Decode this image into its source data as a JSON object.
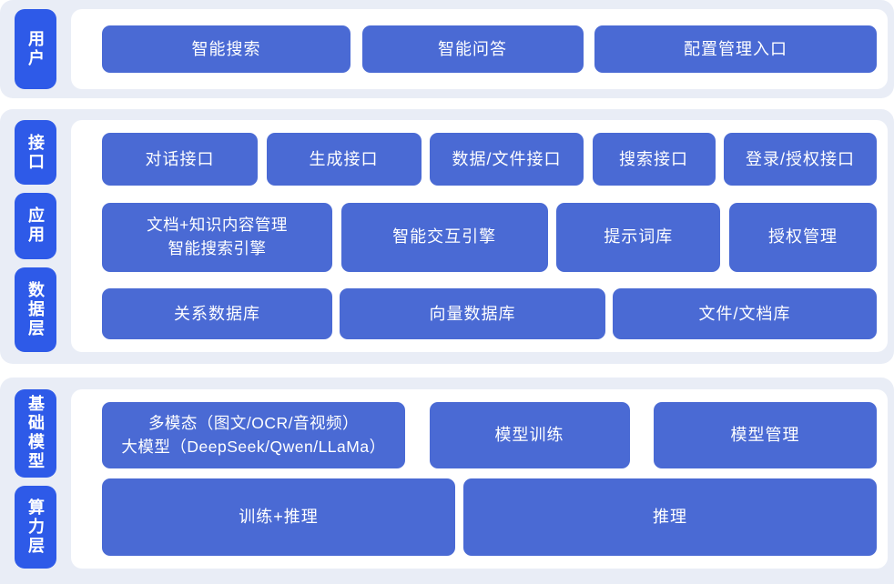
{
  "colors": {
    "panel_bg": "#e9edf6",
    "card_bg": "#ffffff",
    "label_bg": "#2e5ae8",
    "node_bg": "#4a6ad4",
    "text": "#ffffff"
  },
  "layers": {
    "user": {
      "label": "用户",
      "nodes": [
        "智能搜索",
        "智能问答",
        "配置管理入口"
      ]
    },
    "middle": {
      "labels": [
        "接口",
        "应用",
        "数据层"
      ],
      "interface_row": [
        "对话接口",
        "生成接口",
        "数据/文件接口",
        "搜索接口",
        "登录/授权接口"
      ],
      "app_row": [
        [
          "文档+知识内容管理",
          "智能搜索引擎"
        ],
        "智能交互引擎",
        "提示词库",
        "授权管理"
      ],
      "data_row": [
        "关系数据库",
        "向量数据库",
        "文件/文档库"
      ]
    },
    "foundation": {
      "labels": [
        "基础模型",
        "算力层"
      ],
      "model_row": [
        [
          "多模态（图文/OCR/音视频）",
          "大模型（DeepSeek/Qwen/LLaMa）"
        ],
        "模型训练",
        "模型管理"
      ],
      "compute_row": [
        "训练+推理",
        "推理"
      ]
    }
  }
}
